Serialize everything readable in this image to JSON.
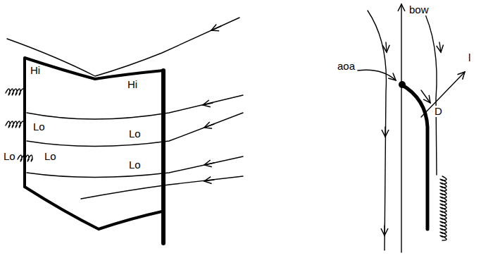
{
  "diagram": {
    "labels": [
      "Hi",
      "Hi",
      "Lo",
      "Lo",
      "Lo",
      "Lo",
      "Lo",
      "bow",
      "aoa",
      "l",
      "D"
    ]
  }
}
